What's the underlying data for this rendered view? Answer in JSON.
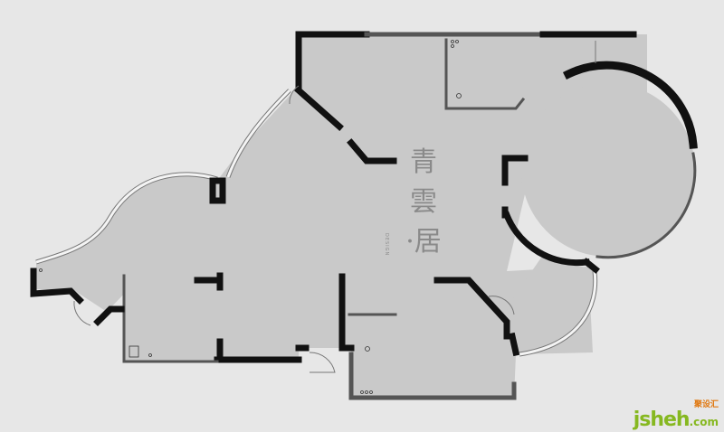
{
  "logo": {
    "chars": "青雲·居",
    "line1": "青",
    "line2": "雲",
    "line3": "·居",
    "subtitle": "DESIGN"
  },
  "watermark": {
    "main": "jsheh",
    "suffix": ".com",
    "chinese": "聚设汇"
  },
  "colors": {
    "background": "#e7e7e7",
    "floor": "#c9c9c9",
    "wall": "#111111",
    "partition": "#555555"
  }
}
